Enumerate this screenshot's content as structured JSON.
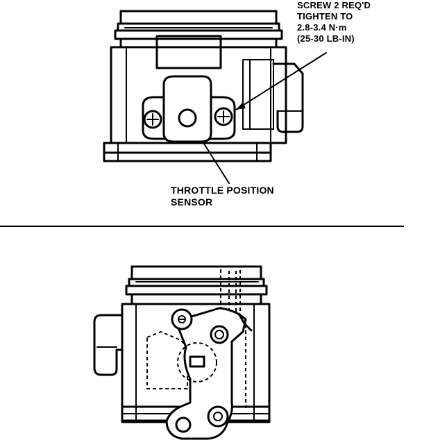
{
  "top_view": {
    "screw_callout": {
      "lines": [
        "SCREW 2 REQ'D",
        "TIGHTEN TO",
        "2.8-3.4 N·m",
        "(25-30 LB-IN)"
      ]
    },
    "sensor_callout": {
      "lines": [
        "THROTTLE POSITION",
        "SENSOR"
      ]
    }
  },
  "colors": {
    "ink": "#000000",
    "paper": "#ffffff"
  }
}
